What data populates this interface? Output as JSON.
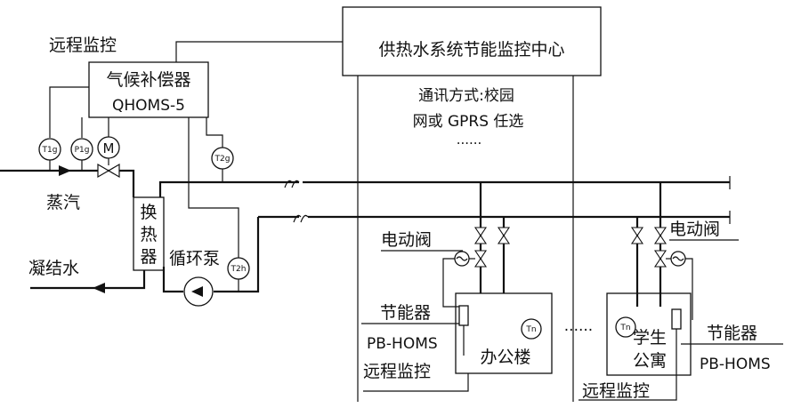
{
  "center": {
    "title": "供热水系统节能监控中心",
    "comm_line1": "通讯方式:校园",
    "comm_line2": "网或 GPRS 任选",
    "comm_dots": "......"
  },
  "left": {
    "remote_label": "远程监控",
    "compensator_line1": "气候补偿器",
    "compensator_line2": "QHOMS-5",
    "steam_label": "蒸汽",
    "condensate_label": "凝结水",
    "heat_exchanger_chars": [
      "换",
      "热",
      "器"
    ],
    "pump_label": "循环泵",
    "gauges": {
      "t1g": "T1g",
      "p1g": "P1g",
      "motor": "M",
      "t2g": "T2g",
      "t2h": "T2h"
    }
  },
  "office": {
    "valve_label": "电动阀",
    "saver_label": "节能器",
    "saver_model": "PB-HOMS",
    "remote_label": "远程监控",
    "building_label": "办公楼",
    "tn_gauge": "Tn"
  },
  "middle_dots": "......",
  "dorm": {
    "valve_label": "电动阀",
    "building_line1": "学生",
    "building_line2": "公寓",
    "saver_label": "节能器",
    "saver_model": "PB-HOMS",
    "remote_label": "远程监控",
    "tn_gauge": "Tn"
  }
}
